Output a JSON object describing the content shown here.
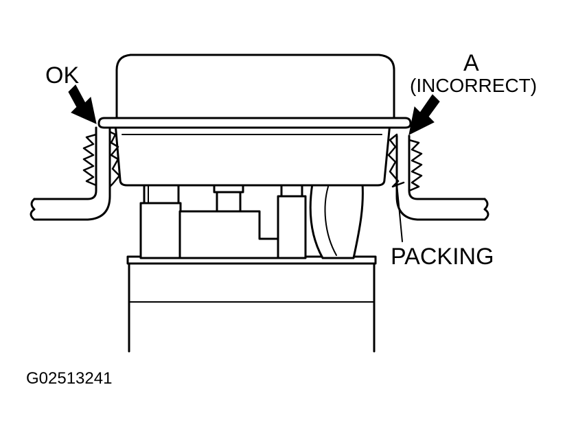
{
  "labels": {
    "ok": "OK",
    "a": "A",
    "incorrect": "(INCORRECT)",
    "packing": "PACKING",
    "figure_code": "G02513241"
  },
  "colors": {
    "line": "#000000",
    "fill": "#ffffff"
  }
}
